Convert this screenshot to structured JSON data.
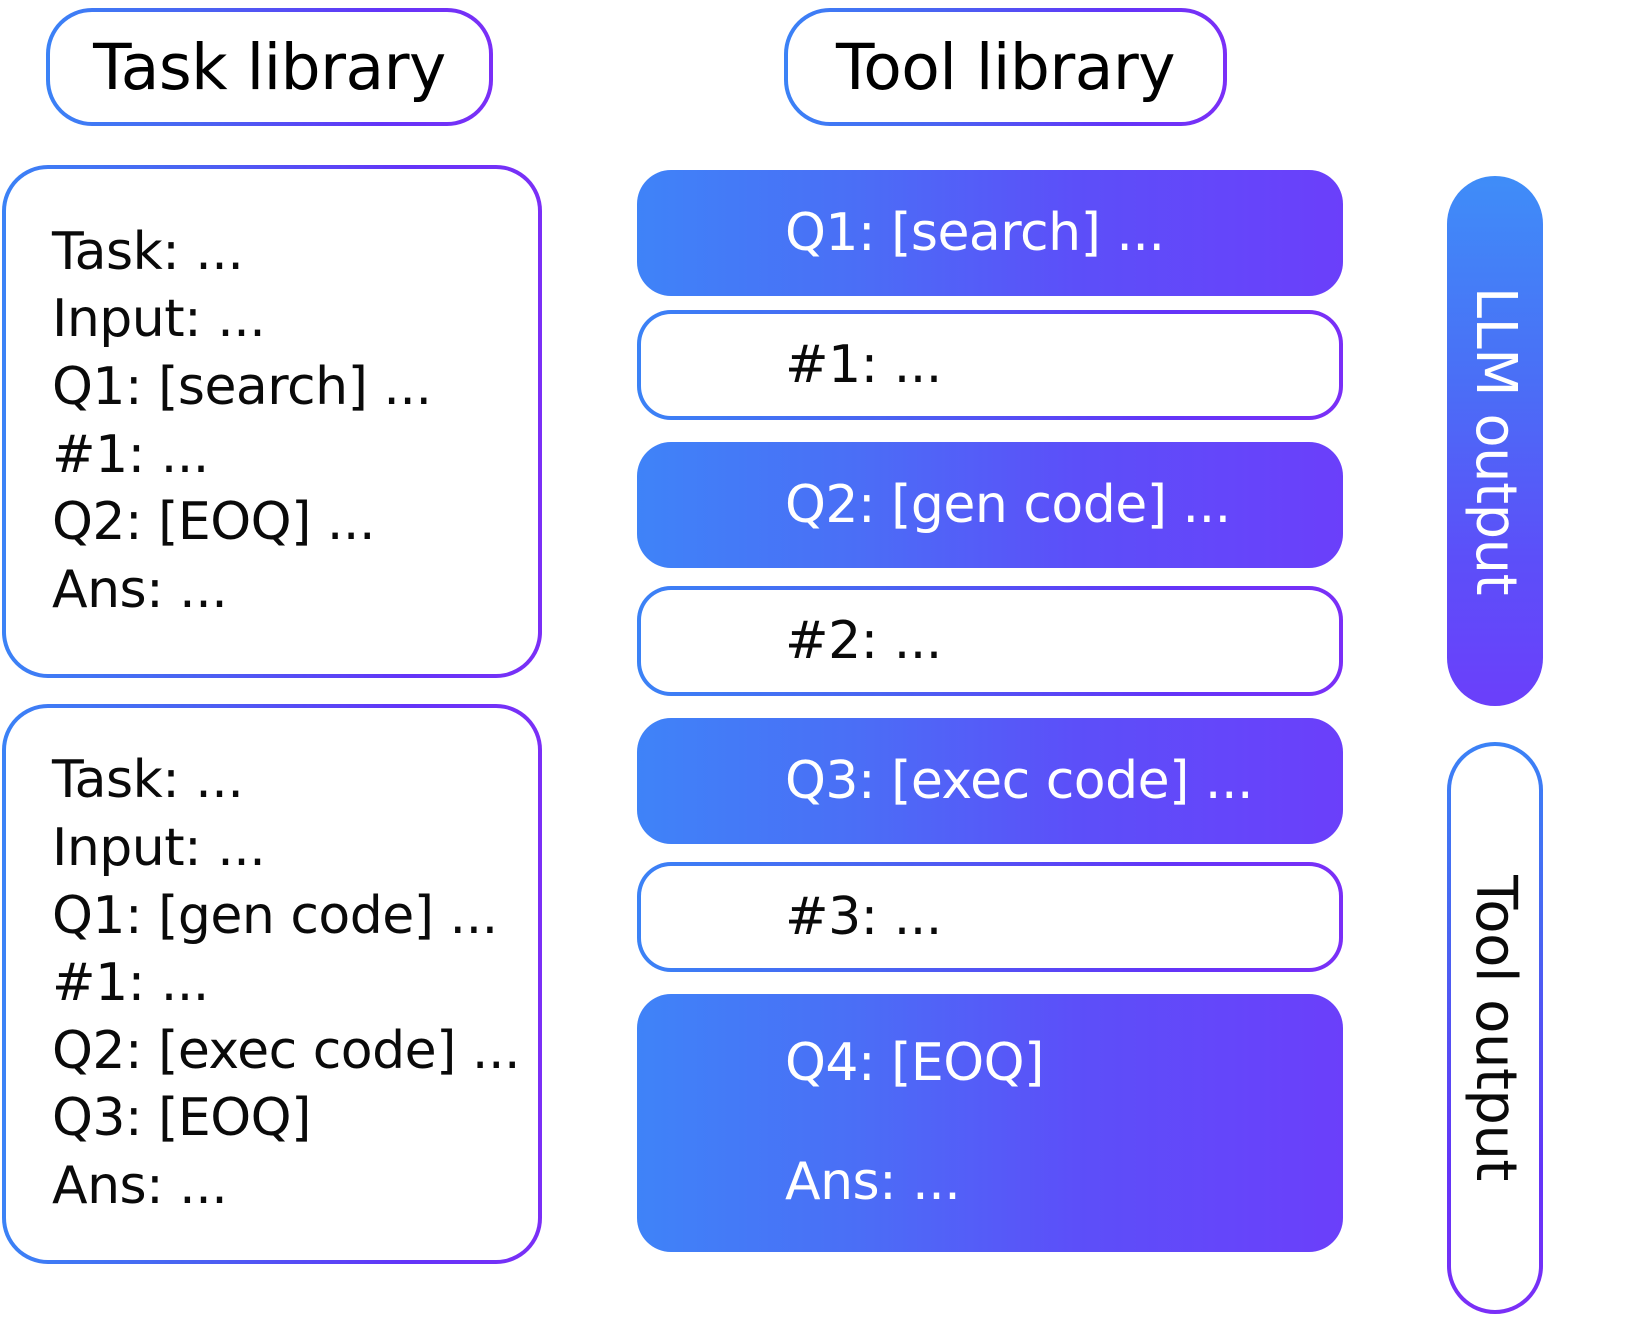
{
  "colors": {
    "gradient_start_blue": "#3f83f8",
    "gradient_end_purple": "#6b3ffa",
    "border_blue": "#3b82f6",
    "border_purple": "#7b2ff7",
    "text_dark": "#0a0a0a",
    "text_light": "#ffffff",
    "background": "#ffffff"
  },
  "task_library": {
    "title": "Task library",
    "cards": [
      {
        "lines": [
          "Task: ...",
          "Input: ...",
          "Q1: [search] ...",
          "#1: ...",
          "Q2: [EOQ] ...",
          "Ans: ..."
        ]
      },
      {
        "lines": [
          "Task: ...",
          "Input: ...",
          "Q1: [gen code] ...",
          "#1: ...",
          "Q2: [exec code] ...",
          "Q3: [EOQ]",
          "Ans: ..."
        ]
      }
    ]
  },
  "tool_library": {
    "title": "Tool library",
    "trace": [
      {
        "style": "filled",
        "source": "llm",
        "lines": [
          "Q1: [search] ..."
        ]
      },
      {
        "style": "outlined",
        "source": "tool",
        "lines": [
          "#1: ..."
        ]
      },
      {
        "style": "filled",
        "source": "llm",
        "lines": [
          "Q2: [gen code] ..."
        ]
      },
      {
        "style": "outlined",
        "source": "tool",
        "lines": [
          "#2: ..."
        ]
      },
      {
        "style": "filled",
        "source": "llm",
        "lines": [
          "Q3: [exec code] ..."
        ]
      },
      {
        "style": "outlined",
        "source": "tool",
        "lines": [
          "#3: ..."
        ]
      },
      {
        "style": "filled",
        "source": "llm",
        "lines": [
          "Q4: [EOQ]",
          "Ans: ..."
        ]
      }
    ]
  },
  "legend": {
    "llm_output": "LLM output",
    "tool_output": "Tool output"
  }
}
